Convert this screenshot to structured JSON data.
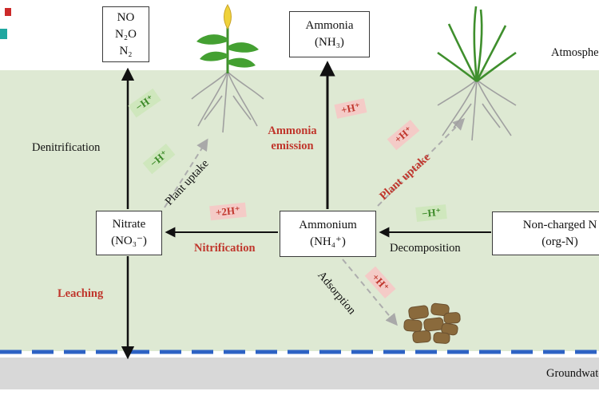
{
  "colors": {
    "soil_background": "#dee9d3",
    "groundwater_band": "#d8d8d8",
    "water_table_line": "#2d62c4",
    "process_red": "#c0362c",
    "green_badge_bg": "#cfe7bd",
    "green_badge_text": "#3c8a28",
    "pink_badge_bg": "#f4cbc7",
    "pink_badge_text": "#c0362c"
  },
  "zones": {
    "atmosphere_label": "Atmosphere",
    "groundwater_label": "Groundwater"
  },
  "boxes": {
    "gases": {
      "line1": "NO",
      "line2": "N₂O",
      "line3": "N₂"
    },
    "ammonia": {
      "line1": "Ammonia",
      "line2": "(NH₃)"
    },
    "nitrate": {
      "line1": "Nitrate",
      "line2": "(NO₃⁻)"
    },
    "ammonium": {
      "line1": "Ammonium",
      "line2": "(NH₄⁺)"
    },
    "organic_n": {
      "line1": "Non-charged N",
      "line2": "(org-N)"
    }
  },
  "processes": {
    "denitrification": "Denitrification",
    "ammonia_emission_line1": "Ammonia",
    "ammonia_emission_line2": "emission",
    "plant_uptake_left": "Plant uptake",
    "plant_uptake_right": "Plant uptake",
    "nitrification": "Nitrification",
    "decomposition": "Decomposition",
    "adsorption": "Adsorption",
    "leaching": "Leaching"
  },
  "proton_badges": {
    "denitrification": "−H⁺",
    "plant_uptake_left": "−H⁺",
    "ammonia_emission": "+H⁺",
    "plant_uptake_right": "+H⁺",
    "nitrification": "+2H⁺",
    "decomposition": "−H⁺",
    "adsorption": "+H⁺"
  }
}
